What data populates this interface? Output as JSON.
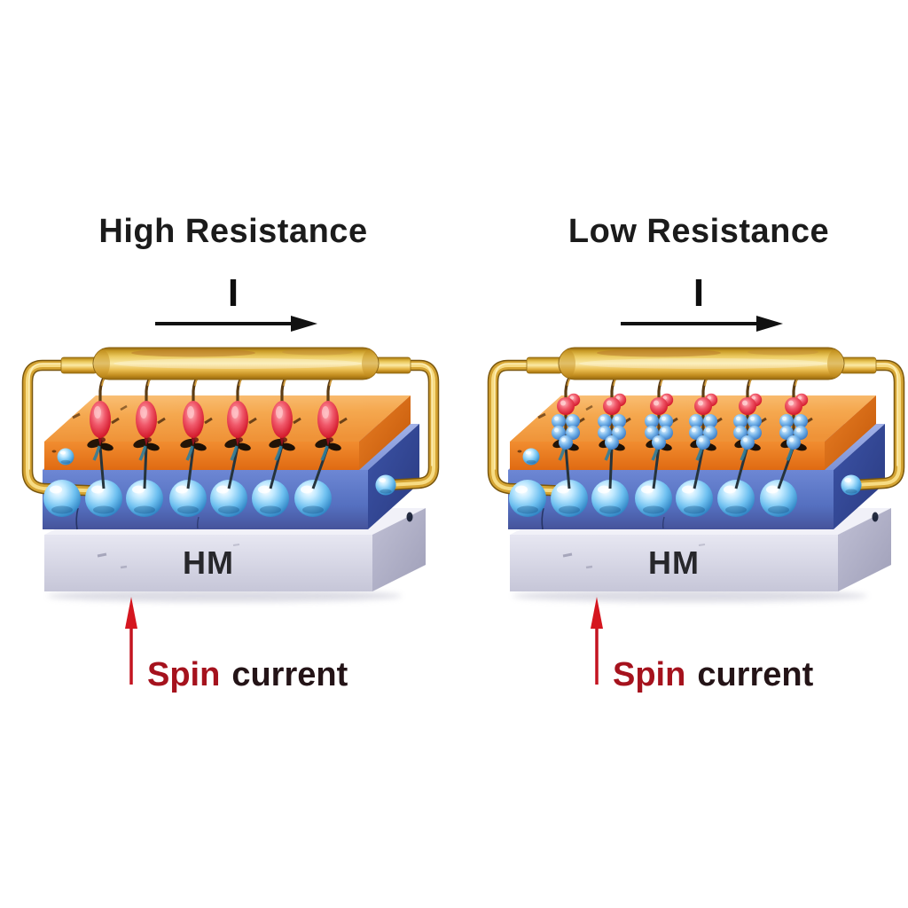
{
  "figure": {
    "background": "#ffffff",
    "panels": [
      {
        "id": "high-resistance",
        "title": "High Resistance",
        "current_label": "I",
        "hm_label": "HM",
        "spin_label": {
          "spin": "Spin",
          "current": "current"
        },
        "wire_count": 6,
        "sphere_count": 7,
        "bead_style": "single-red-bead-per-wire"
      },
      {
        "id": "low-resistance",
        "title": "Low Resistance",
        "current_label": "I",
        "hm_label": "HM",
        "spin_label": {
          "spin": "Spin",
          "current": "current"
        },
        "wire_count": 6,
        "sphere_count": 7,
        "bead_style": "red-plus-blue-bead-stack-per-wire"
      }
    ],
    "colors": {
      "gold_bar": "#e9bc4a",
      "gold_wire": "#c9962a",
      "orange_layer_top": "#f5a84f",
      "orange_layer_front": "#ec7c22",
      "blue_layer_front": "#5571c3",
      "hm_layer_front": "#dcdcea",
      "blue_sphere": "#6fc0ec",
      "red_bead": "#d92237",
      "blue_bead": "#4a90d8",
      "current_arrow": "#111111",
      "spin_arrow_red": "#cc1420",
      "title_text": "#1b1b1b",
      "spin_text_red": "#a5121d",
      "spin_text_dark": "#241417"
    }
  }
}
